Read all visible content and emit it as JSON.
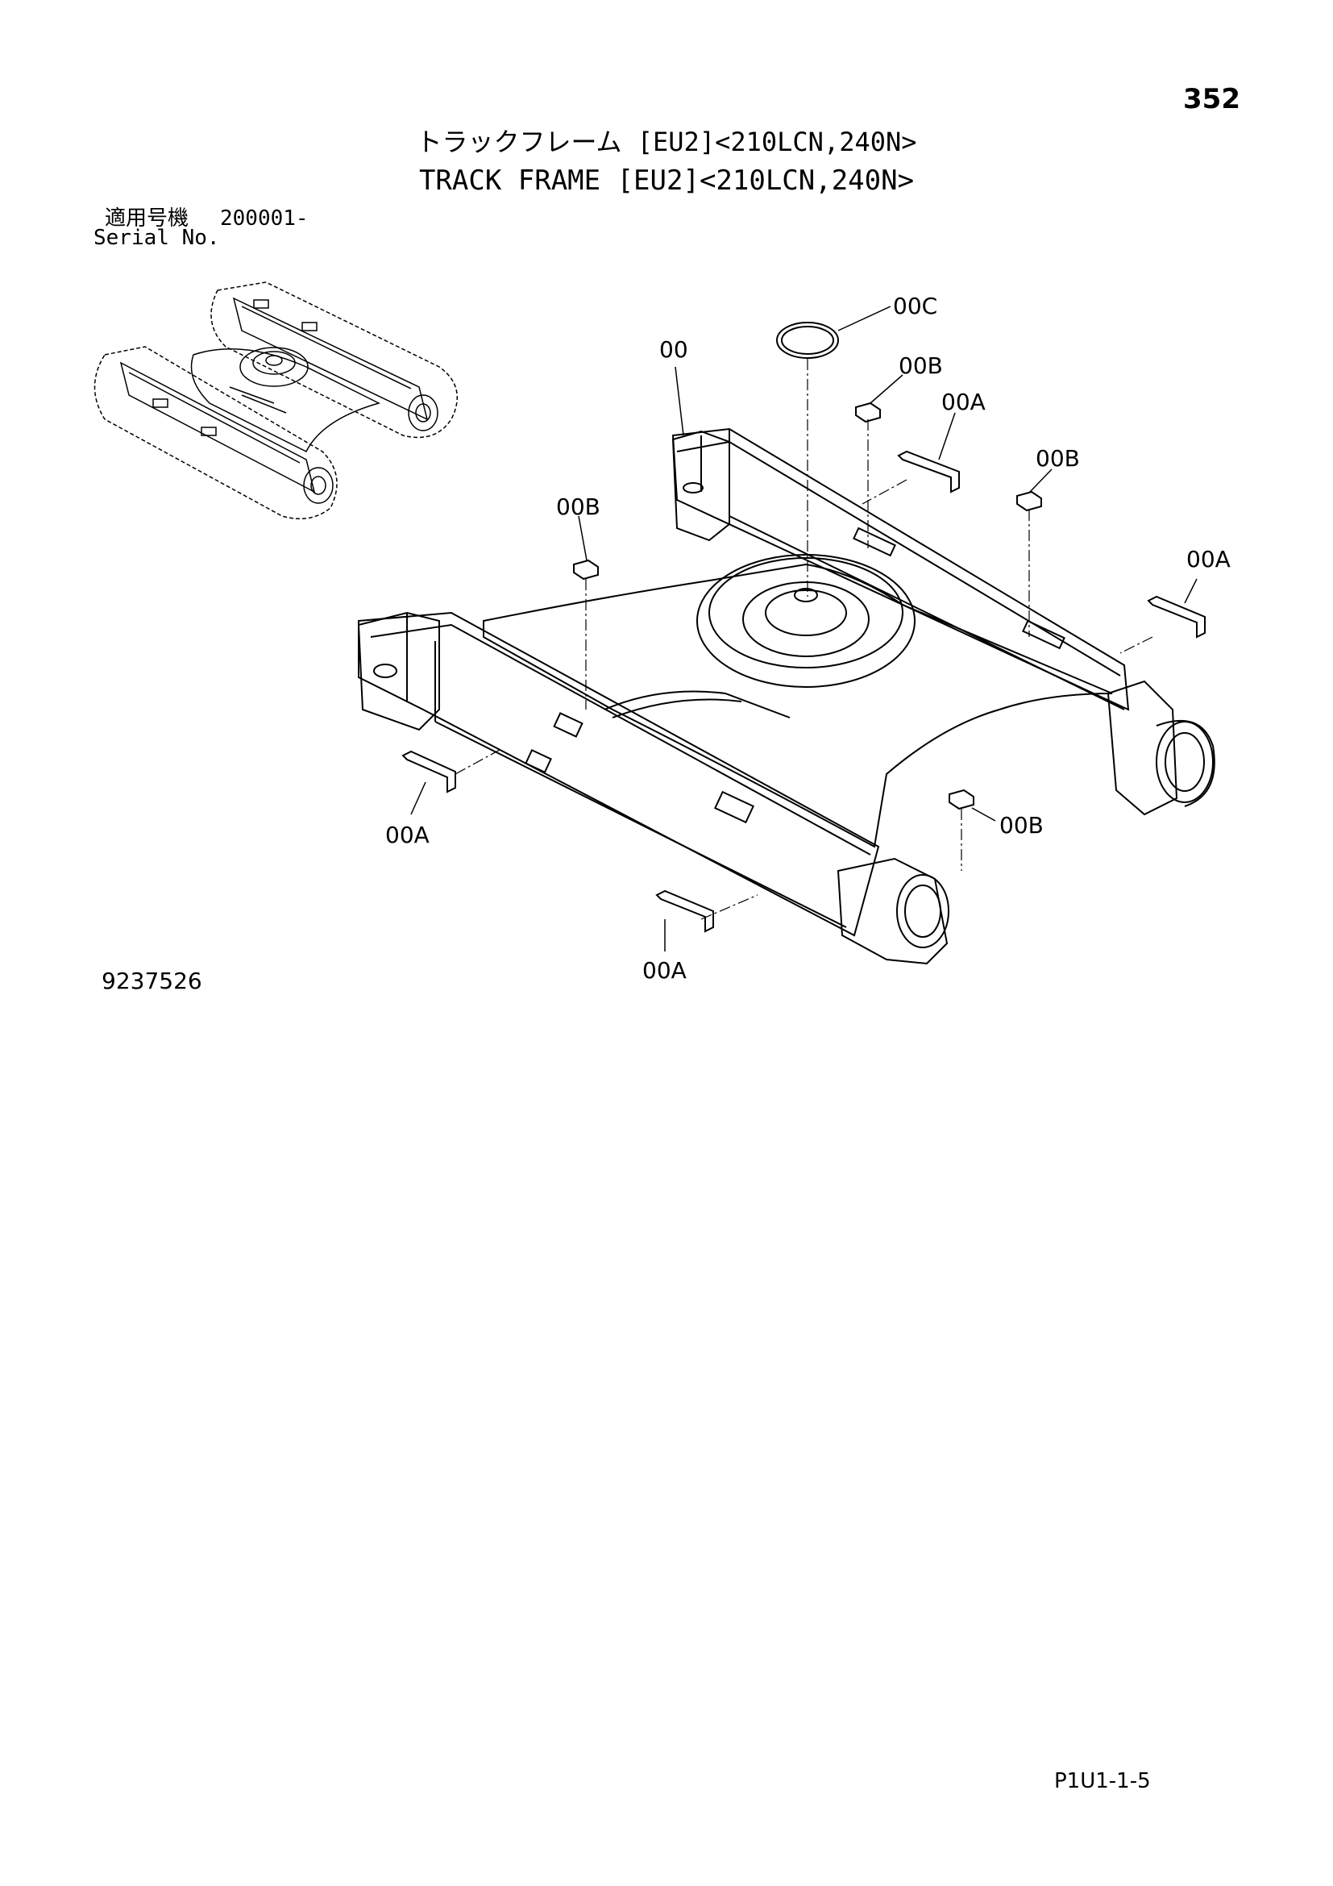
{
  "header": {
    "page_number": "352",
    "title_jp": "トラックフレーム [EU2]<210LCN,240N>",
    "title_en": "TRACK FRAME [EU2]<210LCN,240N>",
    "serial_label_jp": "適用号機",
    "serial_value": "200001-",
    "serial_label_en": "Serial No."
  },
  "diagram": {
    "callouts": {
      "main_frame": "00",
      "seal_ring": "00C",
      "pad_b_upper": "00B",
      "clip_a_upper": "00A",
      "pad_b_right": "00B",
      "pad_b_left": "00B",
      "clip_a_right": "00A",
      "clip_a_left": "00A",
      "pad_b_lower": "00B",
      "clip_a_lower": "00A"
    }
  },
  "footer": {
    "figure_number": "9237526",
    "page_code": "P1U1-1-5"
  }
}
